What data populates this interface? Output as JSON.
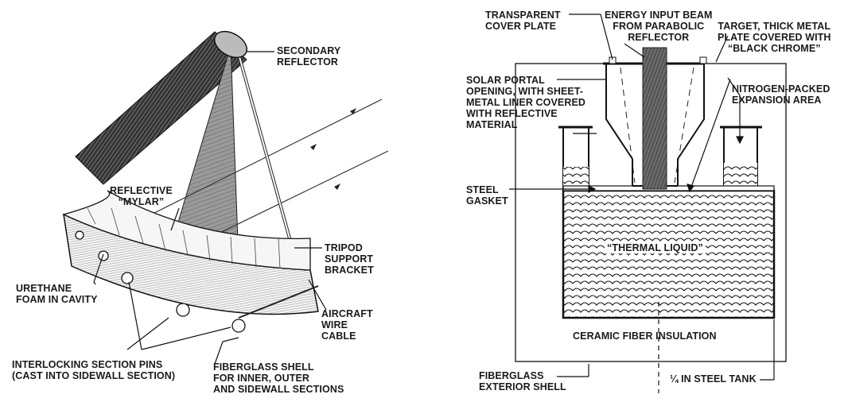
{
  "left_diagram": {
    "labels": {
      "secondary_reflector": "SECONDARY\nREFLECTOR",
      "reflective_mylar": "REFLECTIVE\n“MYLAR”",
      "tripod_support": "TRIPOD\nSUPPORT\nBRACKET",
      "urethane_foam": "URETHANE\nFOAM IN CAVITY",
      "aircraft_wire": "AIRCRAFT\nWIRE\nCABLE",
      "interlocking_pins": "INTERLOCKING SECTION PINS\n(CAST INTO SIDEWALL SECTION)",
      "fiberglass_shell": "FIBERGLASS SHELL\nFOR INNER, OUTER\nAND SIDEWALL SECTIONS"
    }
  },
  "right_diagram": {
    "labels": {
      "transparent_cover": "TRANSPARENT\nCOVER PLATE",
      "energy_beam": "ENERGY INPUT BEAM\nFROM PARABOLIC\nREFLECTOR",
      "target_plate": "TARGET, THICK METAL\nPLATE COVERED WITH\n“BLACK CHROME”",
      "solar_portal": "SOLAR PORTAL\nOPENING, WITH SHEET-\nMETAL LINER COVERED\nWITH REFLECTIVE\nMATERIAL",
      "nitrogen_area": "NITROGEN-PACKED\nEXPANSION AREA",
      "steel_gasket": "STEEL\nGASKET",
      "thermal_liquid": "“THERMAL LIQUID”",
      "ceramic_insulation": "CERAMIC FIBER INSULATION",
      "fiberglass_exterior": "FIBERGLASS\nEXTERIOR SHELL",
      "steel_tank": "¼ in STEEL TANK"
    }
  }
}
